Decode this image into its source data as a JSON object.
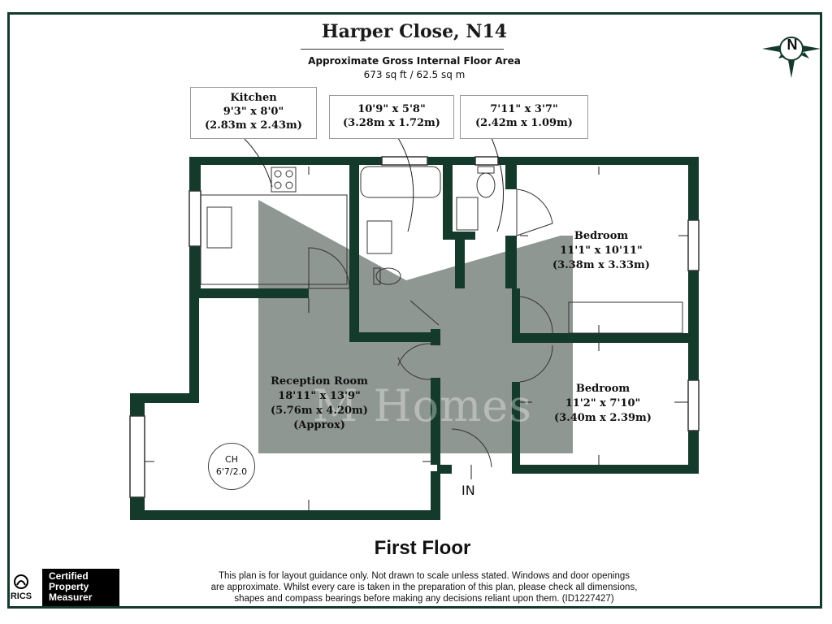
{
  "header": {
    "title": "Harper Close, N14",
    "area_label": "Approximate Gross Internal Floor Area",
    "area_value": "673 sq ft / 62.5 sq m"
  },
  "compass": {
    "direction": "N"
  },
  "dimension_boxes": {
    "kitchen": {
      "name": "Kitchen",
      "imperial": "9'3\" x 8'0\"",
      "metric": "(2.83m x 2.43m)"
    },
    "bathroom": {
      "imperial": "10'9\" x 5'8\"",
      "metric": "(3.28m x 1.72m)"
    },
    "wc": {
      "imperial": "7'11\" x 3'7\"",
      "metric": "(2.42m x 1.09m)"
    }
  },
  "rooms": {
    "bedroom1": {
      "name": "Bedroom",
      "imperial": "11'1\" x 10'11\"",
      "metric": "(3.38m x 3.33m)"
    },
    "bedroom2": {
      "name": "Bedroom",
      "imperial": "11'2\" x 7'10\"",
      "metric": "(3.40m x 2.39m)"
    },
    "reception": {
      "name": "Reception Room",
      "imperial": "18'11\" x 13'9\"",
      "metric": "(5.76m x 4.20m)",
      "note": "(Approx)"
    }
  },
  "ch": {
    "label": "CH",
    "size": "6'7/2.0"
  },
  "entrance": {
    "label": "IN"
  },
  "watermark": "M Homes",
  "floor_name": "First Floor",
  "disclaimer": [
    "This plan is for layout guidance only. Not drawn to scale unless stated. Windows and door openings",
    "are approximate. Whilst every care is taken in the preparation of this plan, please check all dimensions,",
    "shapes and compass bearings before making any decisions reliant upon them. (ID1227427)"
  ],
  "rics": {
    "logo_text": "RICS",
    "badge": [
      "Certified",
      "Property",
      "Measurer"
    ]
  },
  "colors": {
    "wall": "#143a2c",
    "highlight": "#8f9793",
    "frame": "#143a2c"
  }
}
